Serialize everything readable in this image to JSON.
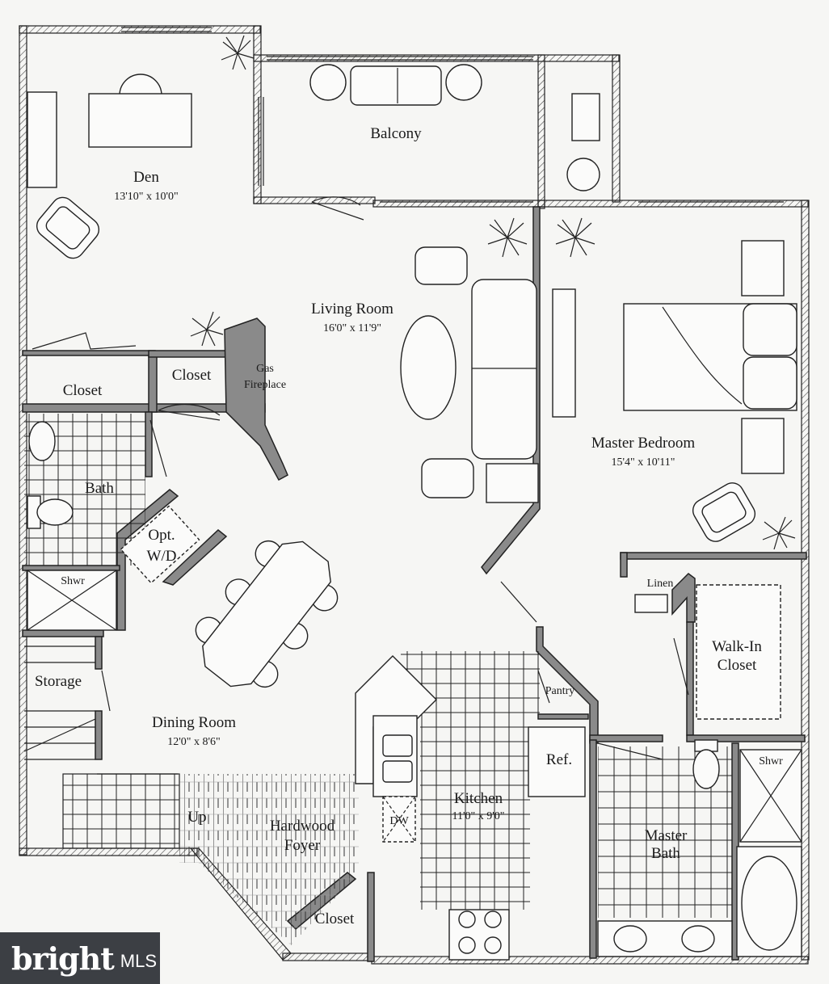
{
  "rooms": {
    "den": {
      "name": "Den",
      "dims": "13'10\" x 10'0\""
    },
    "balcony": {
      "name": "Balcony"
    },
    "living_room": {
      "name": "Living Room",
      "dims": "16'0\" x 11'9\""
    },
    "master_bedroom": {
      "name": "Master Bedroom",
      "dims": "15'4\" x 10'11\""
    },
    "dining_room": {
      "name": "Dining Room",
      "dims": "12'0\" x 8'6\""
    },
    "kitchen": {
      "name": "Kitchen",
      "dims": "11'0\" x 9'0\""
    },
    "master_bath": {
      "name_line1": "Master",
      "name_line2": "Bath"
    },
    "bath": {
      "name": "Bath"
    },
    "closet_den": {
      "name": "Closet"
    },
    "closet_hall": {
      "name": "Closet"
    },
    "closet_foyer": {
      "name": "Closet"
    },
    "gas_fireplace": {
      "line1": "Gas",
      "line2": "Fireplace"
    },
    "opt_wd": {
      "line1": "Opt.",
      "line2": "W/D"
    },
    "shwr_bath": {
      "name": "Shwr"
    },
    "shwr_master": {
      "name": "Shwr"
    },
    "storage": {
      "name": "Storage"
    },
    "hardwood_foyer": {
      "line1": "Hardwood",
      "line2": "Foyer"
    },
    "up": {
      "name": "Up"
    },
    "pantry": {
      "name": "Pantry"
    },
    "ref": {
      "name": "Ref."
    },
    "dw": {
      "name": "DW"
    },
    "linen": {
      "name": "Linen"
    },
    "walk_in_closet": {
      "line1": "Walk-In",
      "line2": "Closet"
    }
  },
  "watermark": {
    "brand": "bright",
    "suffix": "MLS"
  },
  "colors": {
    "wall_fill": "#8a8a8a",
    "line": "#222222",
    "background": "#f6f6f4",
    "logo_bg": "#3c3f44",
    "logo_accent": "#e03c31"
  }
}
